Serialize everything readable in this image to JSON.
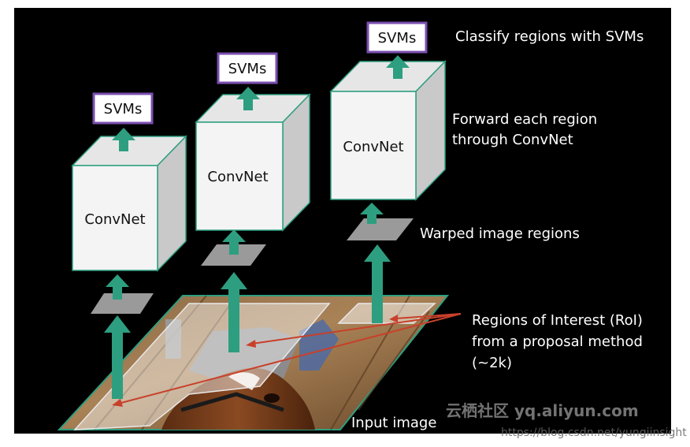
{
  "diagram": {
    "svm_label": "SVMs",
    "convnet_label": "ConvNet",
    "annotations": {
      "classify": "Classify regions with SVMs",
      "forward_line1": "Forward each region",
      "forward_line2": "through ConvNet",
      "warped": "Warped image regions",
      "roi_line1": "Regions of Interest (RoI)",
      "roi_line2": "from a proposal method",
      "roi_line3": "(~2k)",
      "input": "Input image"
    },
    "watermark": {
      "brand": "云栖社区 yq.aliyun.com",
      "url": "https://blog.csdn.net/yungiinsight"
    },
    "colors": {
      "background": "#000000",
      "arrow": "#2e9e80",
      "svm_border": "#7b4fb0",
      "cube_front": "#f4f4f4",
      "cube_side": "#c9c9c9",
      "cube_top": "#e6e6e6",
      "warped_patch": "#9a9a9a",
      "roi_arrow": "#c8402a"
    }
  }
}
